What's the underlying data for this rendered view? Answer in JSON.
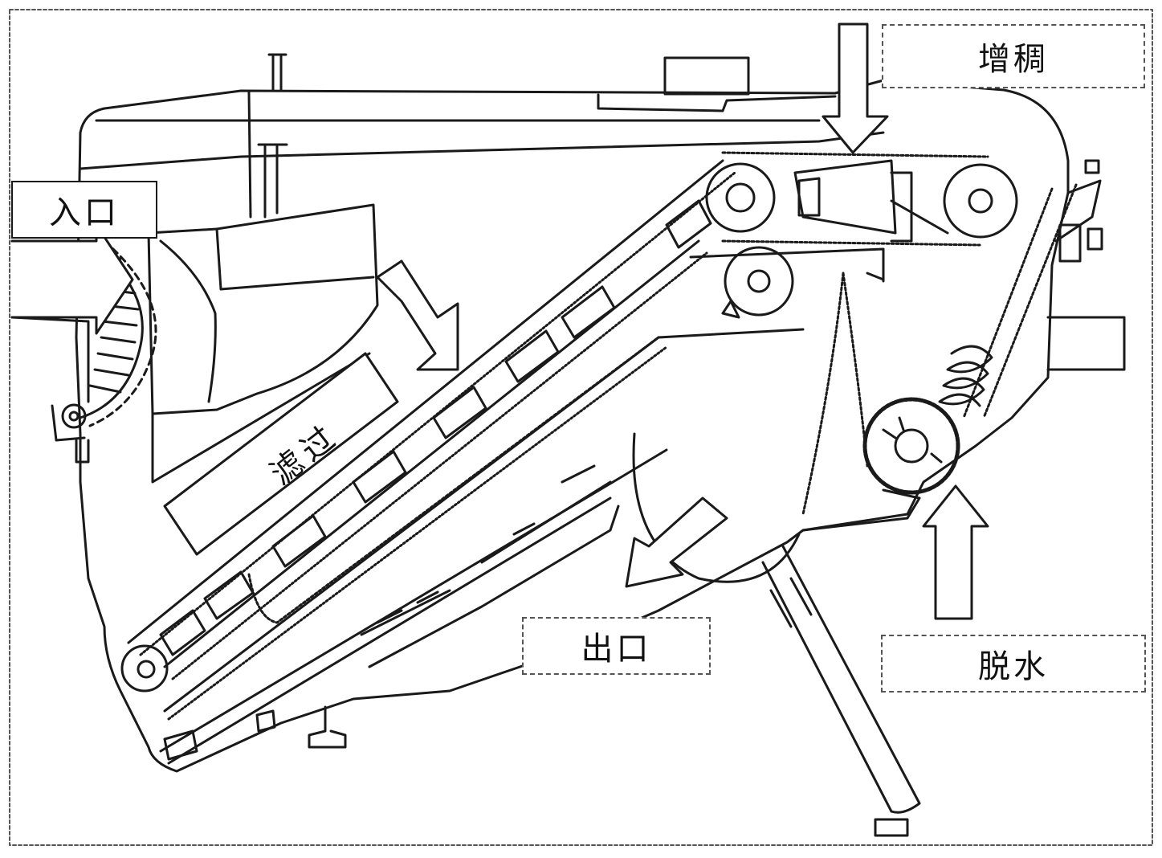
{
  "labels": {
    "thickening": "增稠",
    "inlet": "入口",
    "filtration": "滤过",
    "outlet": "出口",
    "dewatering": "脱水"
  },
  "colors": {
    "line": "#1a1a1a",
    "dash": "#555555",
    "background": "#ffffff"
  }
}
